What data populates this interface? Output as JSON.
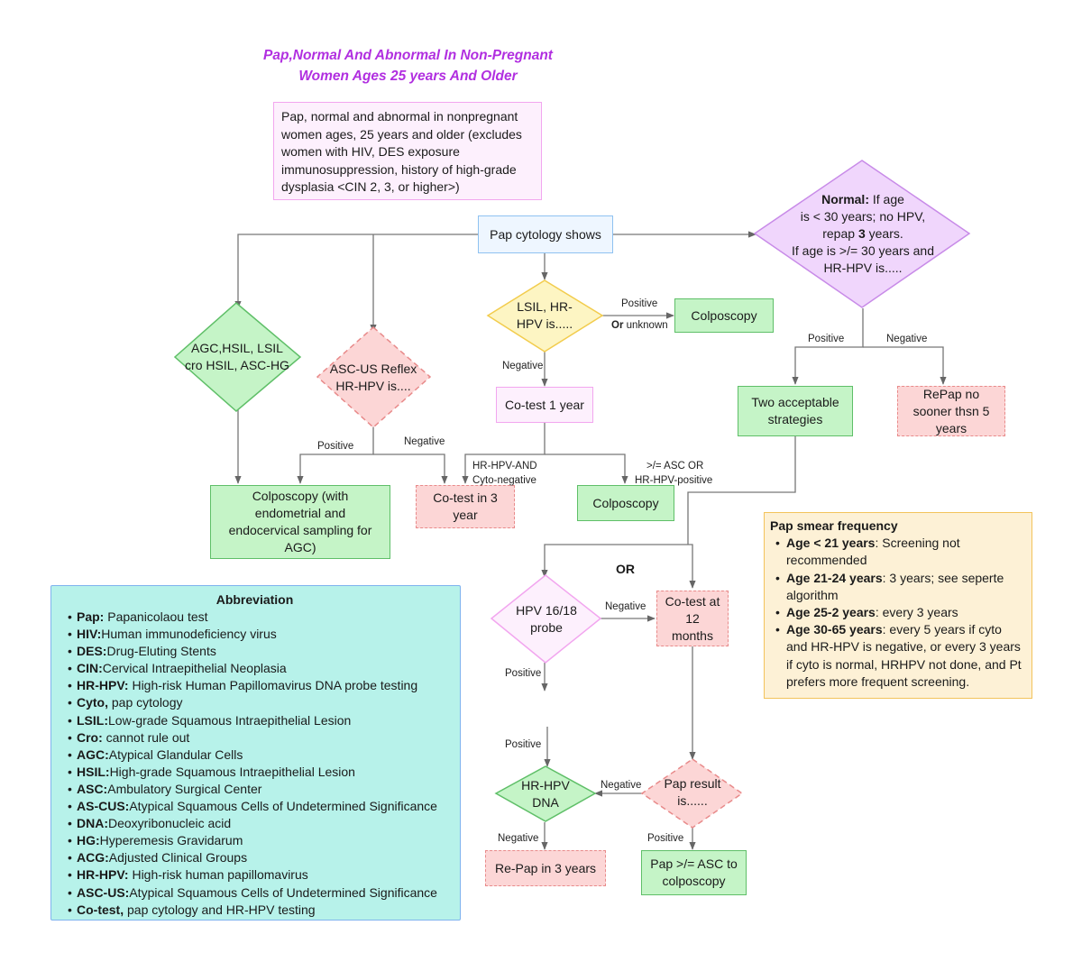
{
  "title": {
    "line1": "Pap,Normal And Abnormal In Non-Pregnant",
    "line2": "Women Ages 25 years And Older"
  },
  "intro_text": "Pap, normal and abnormal in nonpregnant women ages, 25 years and older (excludes women with HIV, DES exposure immunosuppression, history of high-grade dysplasia <CIN 2, 3, or higher>)",
  "nodes": {
    "pap_cytology": "Pap cytology shows",
    "agc_hsil": "AGC,HSIL, LSIL cro HSIL, ASC-HG",
    "asc_us": "ASC-US Reflex HR-HPV is....",
    "lsil": "LSIL, HR-HPV is.....",
    "colposcopy_top": "Colposcopy",
    "normal_bold": "Normal:",
    "normal_l1": " If age",
    "normal_l2": "is < 30 years; no HPV,",
    "normal_l3a": "repap ",
    "normal_l3b": "3",
    "normal_l3c": " years.",
    "normal_l4": "If age is >/= 30 years and",
    "normal_l5": "HR-HPV is.....",
    "cotest_1yr": "Co-test 1 year",
    "two_strategies": "Two acceptable strategies",
    "repap_5yr": "RePap no sooner thsn 5 years",
    "colposcopy_sampling": "Colposcopy (with endometrial and endocervical sampling for AGC)",
    "cotest_3yr": "Co-test  in 3 year",
    "colposcopy_mid": "Colposcopy",
    "hpv_1618": "HPV 16/18 probe",
    "cotest_12m": "Co-test  at 12 months",
    "pap_result": "Pap result is......",
    "hrhpv_dna": "HR-HPV DNA",
    "repap_3yr": "Re-Pap in 3 years",
    "pap_asc": "Pap >/= ASC to colposcopy"
  },
  "edge_labels": {
    "lsil_positive": "Positive",
    "lsil_or": "Or",
    "lsil_unknown": " unknown",
    "lsil_negative": "Negative",
    "ascus_positive": "Positive",
    "ascus_negative": "Negative",
    "cotest_left_1": "HR-HPV-AND",
    "cotest_left_2": "Cyto-negative",
    "cotest_right_1": ">/= ASC OR",
    "cotest_right_2": "HR-HPV-positive",
    "normal_positive": "Positive",
    "normal_negative": "Negative",
    "or": "OR",
    "hpv_negative": "Negative",
    "hpv_positive": "Positive",
    "hpv_positive2": "Positive",
    "pap_negative": "Negative",
    "pap_positive": "Positive",
    "hrhpv_negative": "Negative"
  },
  "abbreviations": {
    "title": "Abbreviation",
    "items": [
      {
        "term": "Pap:",
        "def": " Papanicolaou test"
      },
      {
        "term": "HIV:",
        "def": "Human immunodeficiency virus"
      },
      {
        "term": "DES:",
        "def": "Drug-Eluting Stents"
      },
      {
        "term": "CIN:",
        "def": "Cervical Intraepithelial Neoplasia"
      },
      {
        "term": "HR-HPV:",
        "def": " High-risk Human Papillomavirus DNA probe testing"
      },
      {
        "term": "Cyto,",
        "def": " pap cytology"
      },
      {
        "term": "LSIL:",
        "def": "Low-grade Squamous Intraepithelial Lesion"
      },
      {
        "term": "Cro:",
        "def": " cannot rule out"
      },
      {
        "term": "AGC:",
        "def": "Atypical Glandular Cells"
      },
      {
        "term": "HSIL:",
        "def": "High-grade Squamous Intraepithelial Lesion"
      },
      {
        "term": "ASC:",
        "def": "Ambulatory Surgical Center"
      },
      {
        "term": "AS-CUS:",
        "def": "Atypical Squamous Cells of Undetermined Significance"
      },
      {
        "term": "DNA:",
        "def": "Deoxyribonucleic acid"
      },
      {
        "term": "HG:",
        "def": "Hyperemesis Gravidarum"
      },
      {
        "term": "ACG:",
        "def": "Adjusted Clinical Groups"
      },
      {
        "term": "HR-HPV:",
        "def": " High-risk human papillomavirus"
      },
      {
        "term": "ASC-US:",
        "def": "Atypical Squamous Cells of Undetermined Significance"
      },
      {
        "term": "Co-test,",
        "def": " pap cytology and HR-HPV testing"
      }
    ]
  },
  "frequency": {
    "title": "Pap smear frequency",
    "items": [
      {
        "term": "Age < 21 years",
        "def": ": Screening not recommended"
      },
      {
        "term": "Age 21-24 years",
        "def": ": 3 years; see seperte algorithm"
      },
      {
        "term": "Age 25-2 years",
        "def": ": every 3 years"
      },
      {
        "term": "Age 30-65 years",
        "def": ": every 5 years if cyto and HR-HPV is negative, or every 3 years if cyto is normal, HRHPV not done, and Pt prefers more frequent screening."
      }
    ]
  }
}
